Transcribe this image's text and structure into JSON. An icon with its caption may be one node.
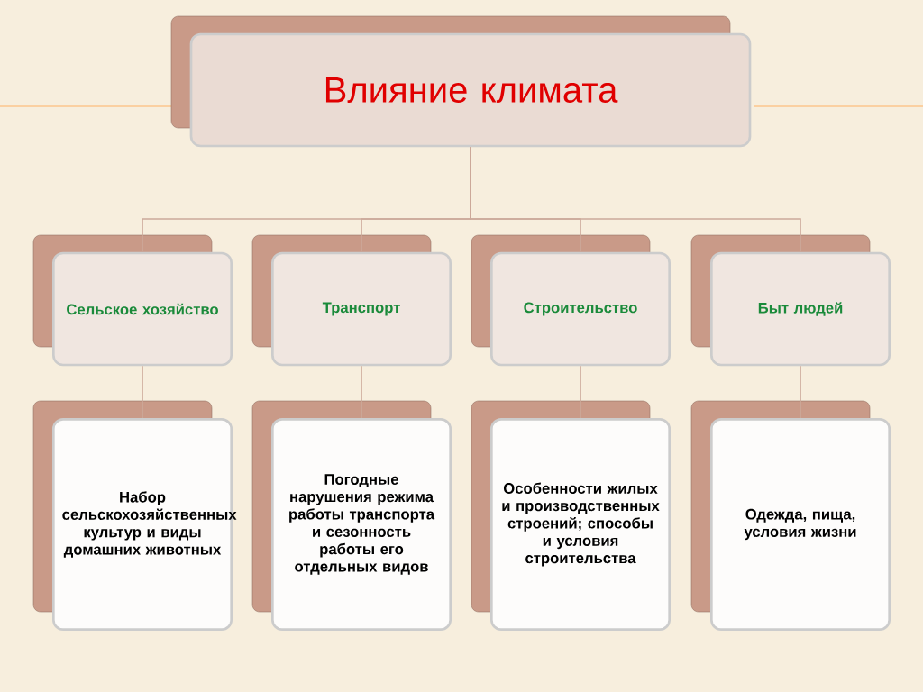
{
  "diagram": {
    "nodes": [
      {
        "text": [
          "Влияние климата"
        ]
      },
      {
        "text": [
          "Сельское хозяйство"
        ]
      },
      {
        "text": [
          "Транспорт"
        ]
      },
      {
        "text": [
          "Строительство"
        ]
      },
      {
        "text": [
          "Быт людей"
        ]
      },
      {
        "text": [
          "Набор сельскохозяйственных культур и виды домашних животных"
        ]
      },
      {
        "text": [
          "Погодные нарушения режима работы транспорта и сезонность работы его отдельных видов"
        ]
      },
      {
        "text": [
          "Особенности жилых и производственных строений; способы и условия строительства"
        ]
      },
      {
        "text": [
          "Одежда, пища, условия жизни"
        ]
      }
    ],
    "edges": [
      {
        "from": 0,
        "to": 1,
        "arrow": "none"
      },
      {
        "from": 0,
        "to": 2,
        "arrow": "none"
      },
      {
        "from": 0,
        "to": 3,
        "arrow": "none"
      },
      {
        "from": 0,
        "to": 4,
        "arrow": "none"
      },
      {
        "from": 1,
        "to": 5,
        "arrow": "none"
      },
      {
        "from": 2,
        "to": 6,
        "arrow": "none"
      },
      {
        "from": 3,
        "to": 7,
        "arrow": "none"
      },
      {
        "from": 4,
        "to": 8,
        "arrow": "none"
      }
    ]
  }
}
